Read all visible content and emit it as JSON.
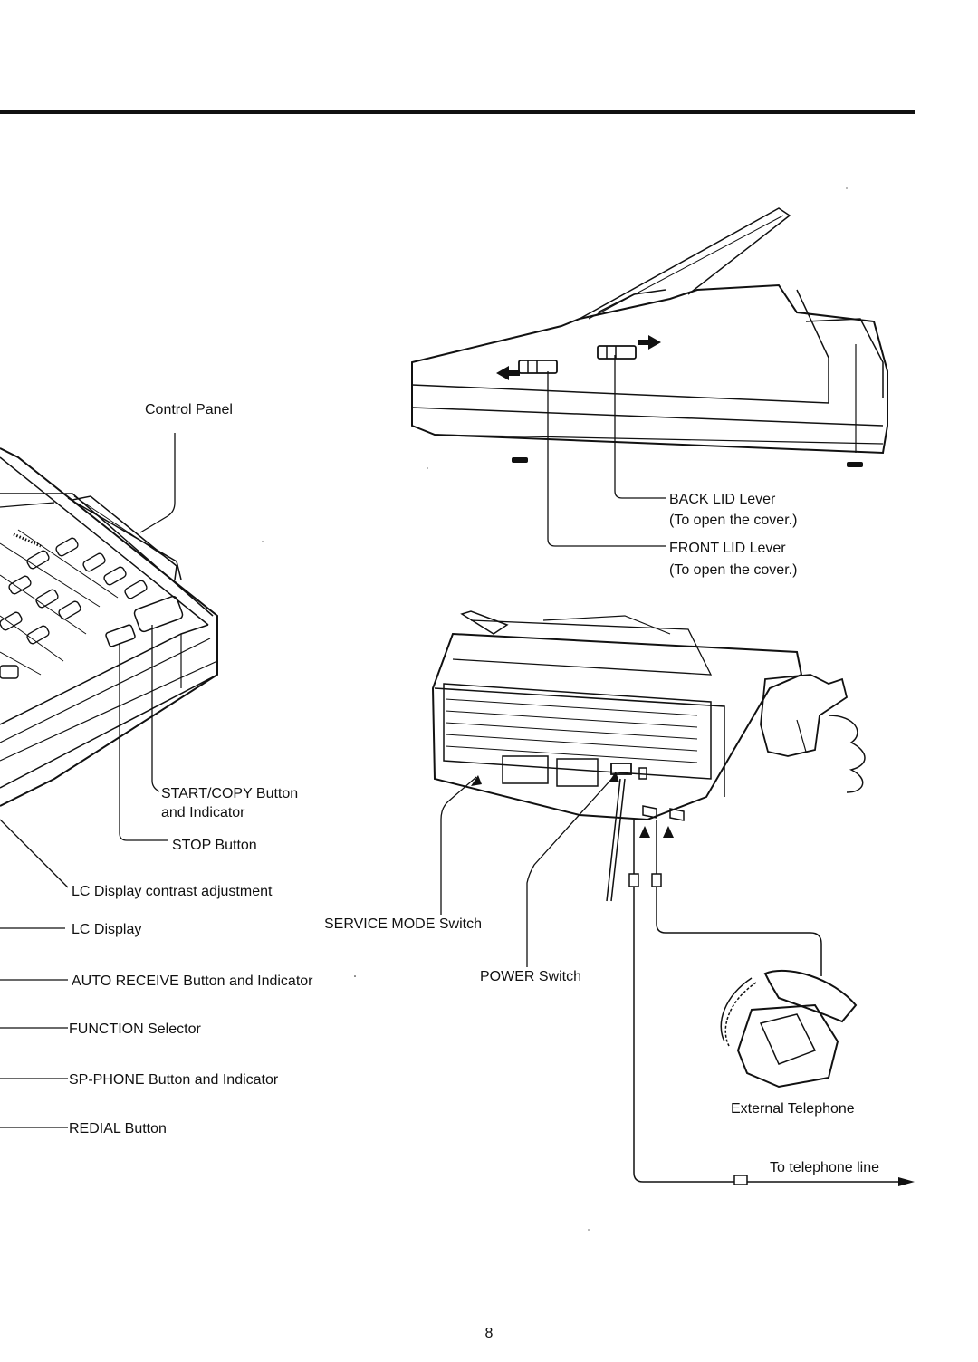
{
  "labels": {
    "control_panel": "Control Panel",
    "back_lid_lever": "BACK LID Lever",
    "back_lid_note": "(To open the cover.)",
    "front_lid_lever": "FRONT LID Lever",
    "front_lid_note": "(To open the cover.)",
    "start_copy_line1": "START/COPY Button",
    "start_copy_line2": "and Indicator",
    "stop_button": "STOP Button",
    "lc_contrast": "LC Display contrast adjustment",
    "lc_display": "LC Display",
    "service_mode": "SERVICE MODE Switch",
    "auto_receive": "AUTO RECEIVE Button and Indicator",
    "power_switch": "POWER Switch",
    "function_selector": "FUNCTION Selector",
    "sp_phone": "SP-PHONE Button and Indicator",
    "redial": "REDIAL Button",
    "external_telephone": "External Telephone",
    "telephone_line": "To telephone line"
  },
  "page_number": "8"
}
